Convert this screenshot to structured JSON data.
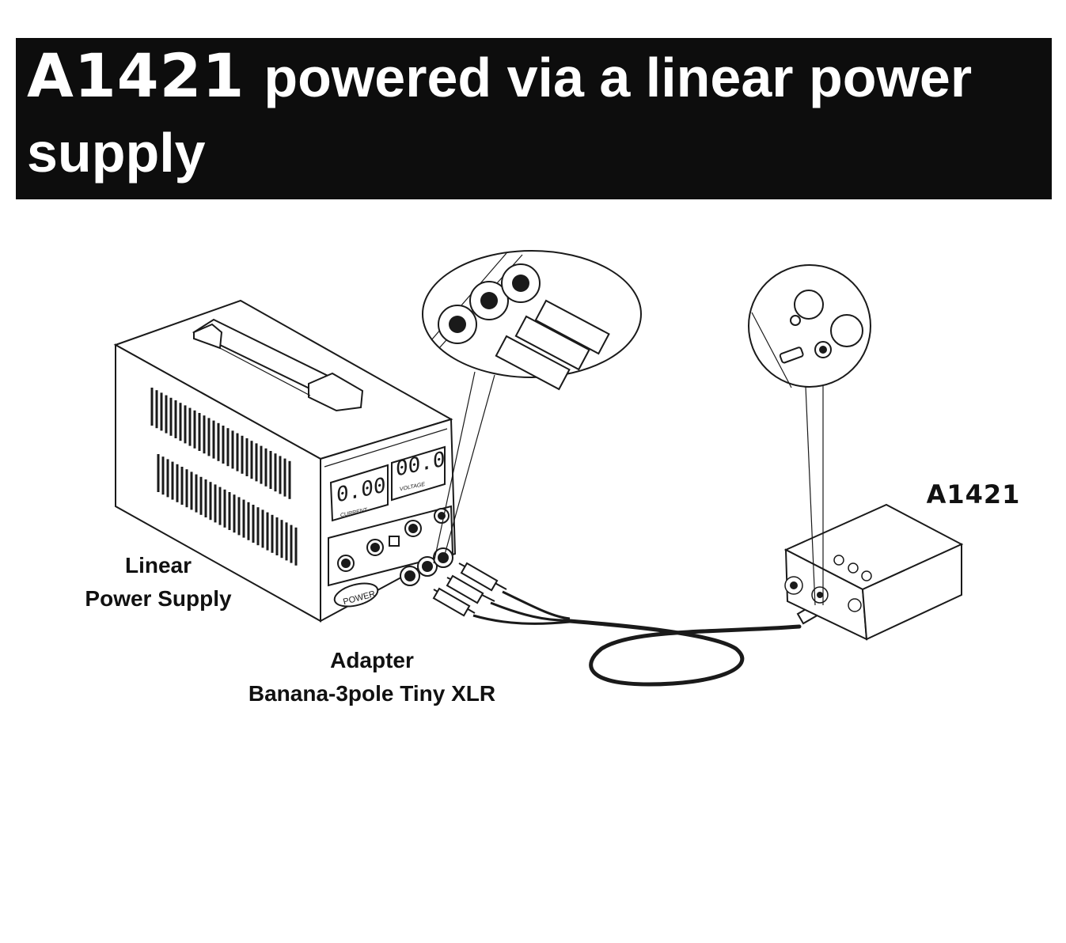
{
  "title": {
    "model": "A1421",
    "line1_rest": "powered via a linear power",
    "line2": "supply"
  },
  "labels": {
    "linear_power_supply": [
      "Linear",
      "Power Supply"
    ],
    "adapter": [
      "Adapter",
      "Banana-3pole Tiny XLR"
    ],
    "device": "A1421"
  },
  "psu_panel": {
    "current_display": "0.00",
    "voltage_display": "00.0",
    "current_caption": "CURRENT",
    "voltage_caption": "VOLTAGE",
    "power_button": "POWER"
  },
  "colors": {
    "header_background": "#0d0d0d",
    "header_text": "#ffffff",
    "line_art": "#1a1a1a"
  }
}
